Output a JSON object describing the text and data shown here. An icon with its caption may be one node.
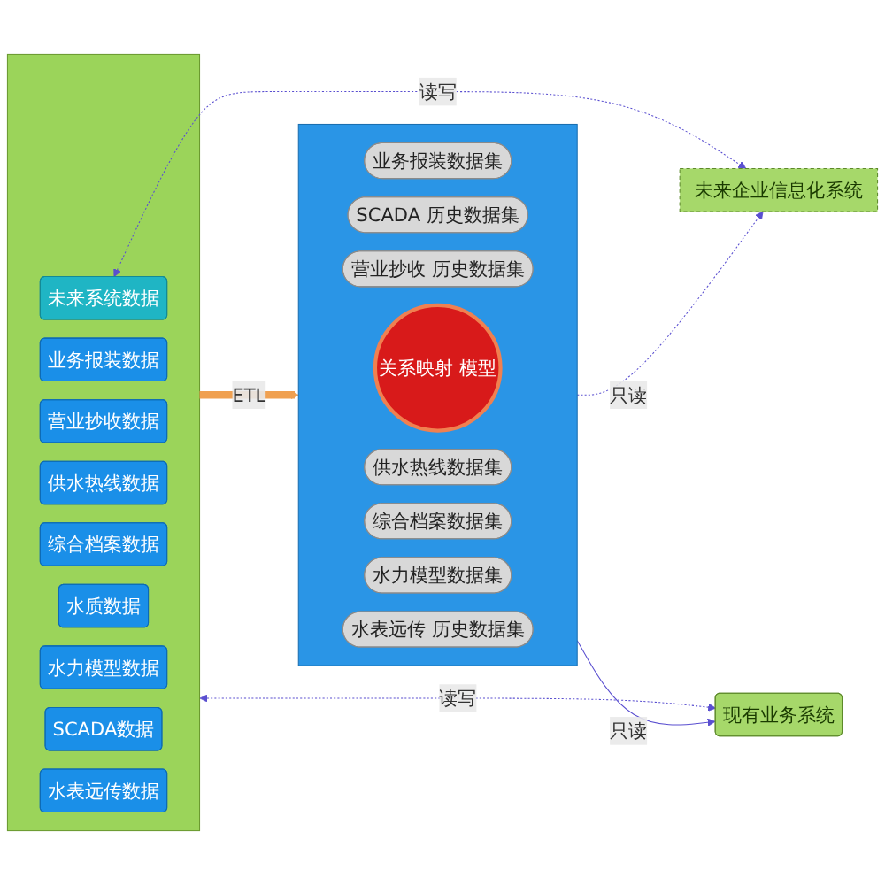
{
  "diagram": {
    "nodes": [
      {
        "text": [],
        "shape": "box"
      },
      {
        "text": [
          "未来系统数据"
        ],
        "in": 0
      },
      {
        "text": [
          "业务报装数据"
        ],
        "in": 0
      },
      {
        "text": [
          "营业抄收数据"
        ],
        "in": 0
      },
      {
        "text": [
          "供水热线数据"
        ],
        "in": 0
      },
      {
        "text": [
          "综合档案数据"
        ],
        "in": 0
      },
      {
        "text": [
          "水质数据"
        ],
        "in": 0
      },
      {
        "text": [
          "水力模型数据"
        ],
        "in": 0
      },
      {
        "text": [
          "SCADA数据"
        ],
        "in": 0
      },
      {
        "text": [
          "水表远传数据"
        ],
        "in": 0
      },
      {
        "text": [
          "未来企业信息化系统"
        ]
      },
      {
        "text": [
          "现有业务系统"
        ]
      },
      {
        "text": [],
        "shape": "box"
      },
      {
        "text": [
          "业务报装数据集"
        ],
        "in": 12
      },
      {
        "text": [
          "SCADA 历史数据集"
        ],
        "in": 12
      },
      {
        "text": [
          "营业抄收 历史数据集"
        ],
        "in": 12
      },
      {
        "text": [
          "关系映射 模型"
        ],
        "in": 12
      },
      {
        "text": [
          "供水热线数据集"
        ],
        "in": 12
      },
      {
        "text": [
          "综合档案数据集"
        ],
        "in": 12
      },
      {
        "text": [
          "水力模型数据集"
        ],
        "in": 12
      },
      {
        "text": [
          "水表远传 历史数据集"
        ],
        "in": 12
      }
    ],
    "edges": [
      {
        "from": 1,
        "to": 10,
        "arrow": "both",
        "label": "读写",
        "style": "dashed"
      },
      {
        "from": 0,
        "to": 11,
        "arrow": "both",
        "label": "读写",
        "style": "dashed"
      },
      {
        "from": 12,
        "to": 11,
        "arrow": "to",
        "label": "只读"
      },
      {
        "from": 12,
        "to": 10,
        "arrow": "to",
        "label": "只读",
        "style": "dashed"
      },
      {
        "from": 0,
        "to": 12,
        "arrow": "to",
        "label": "ETL",
        "style": "thick",
        "color": "#f0a050"
      }
    ]
  }
}
